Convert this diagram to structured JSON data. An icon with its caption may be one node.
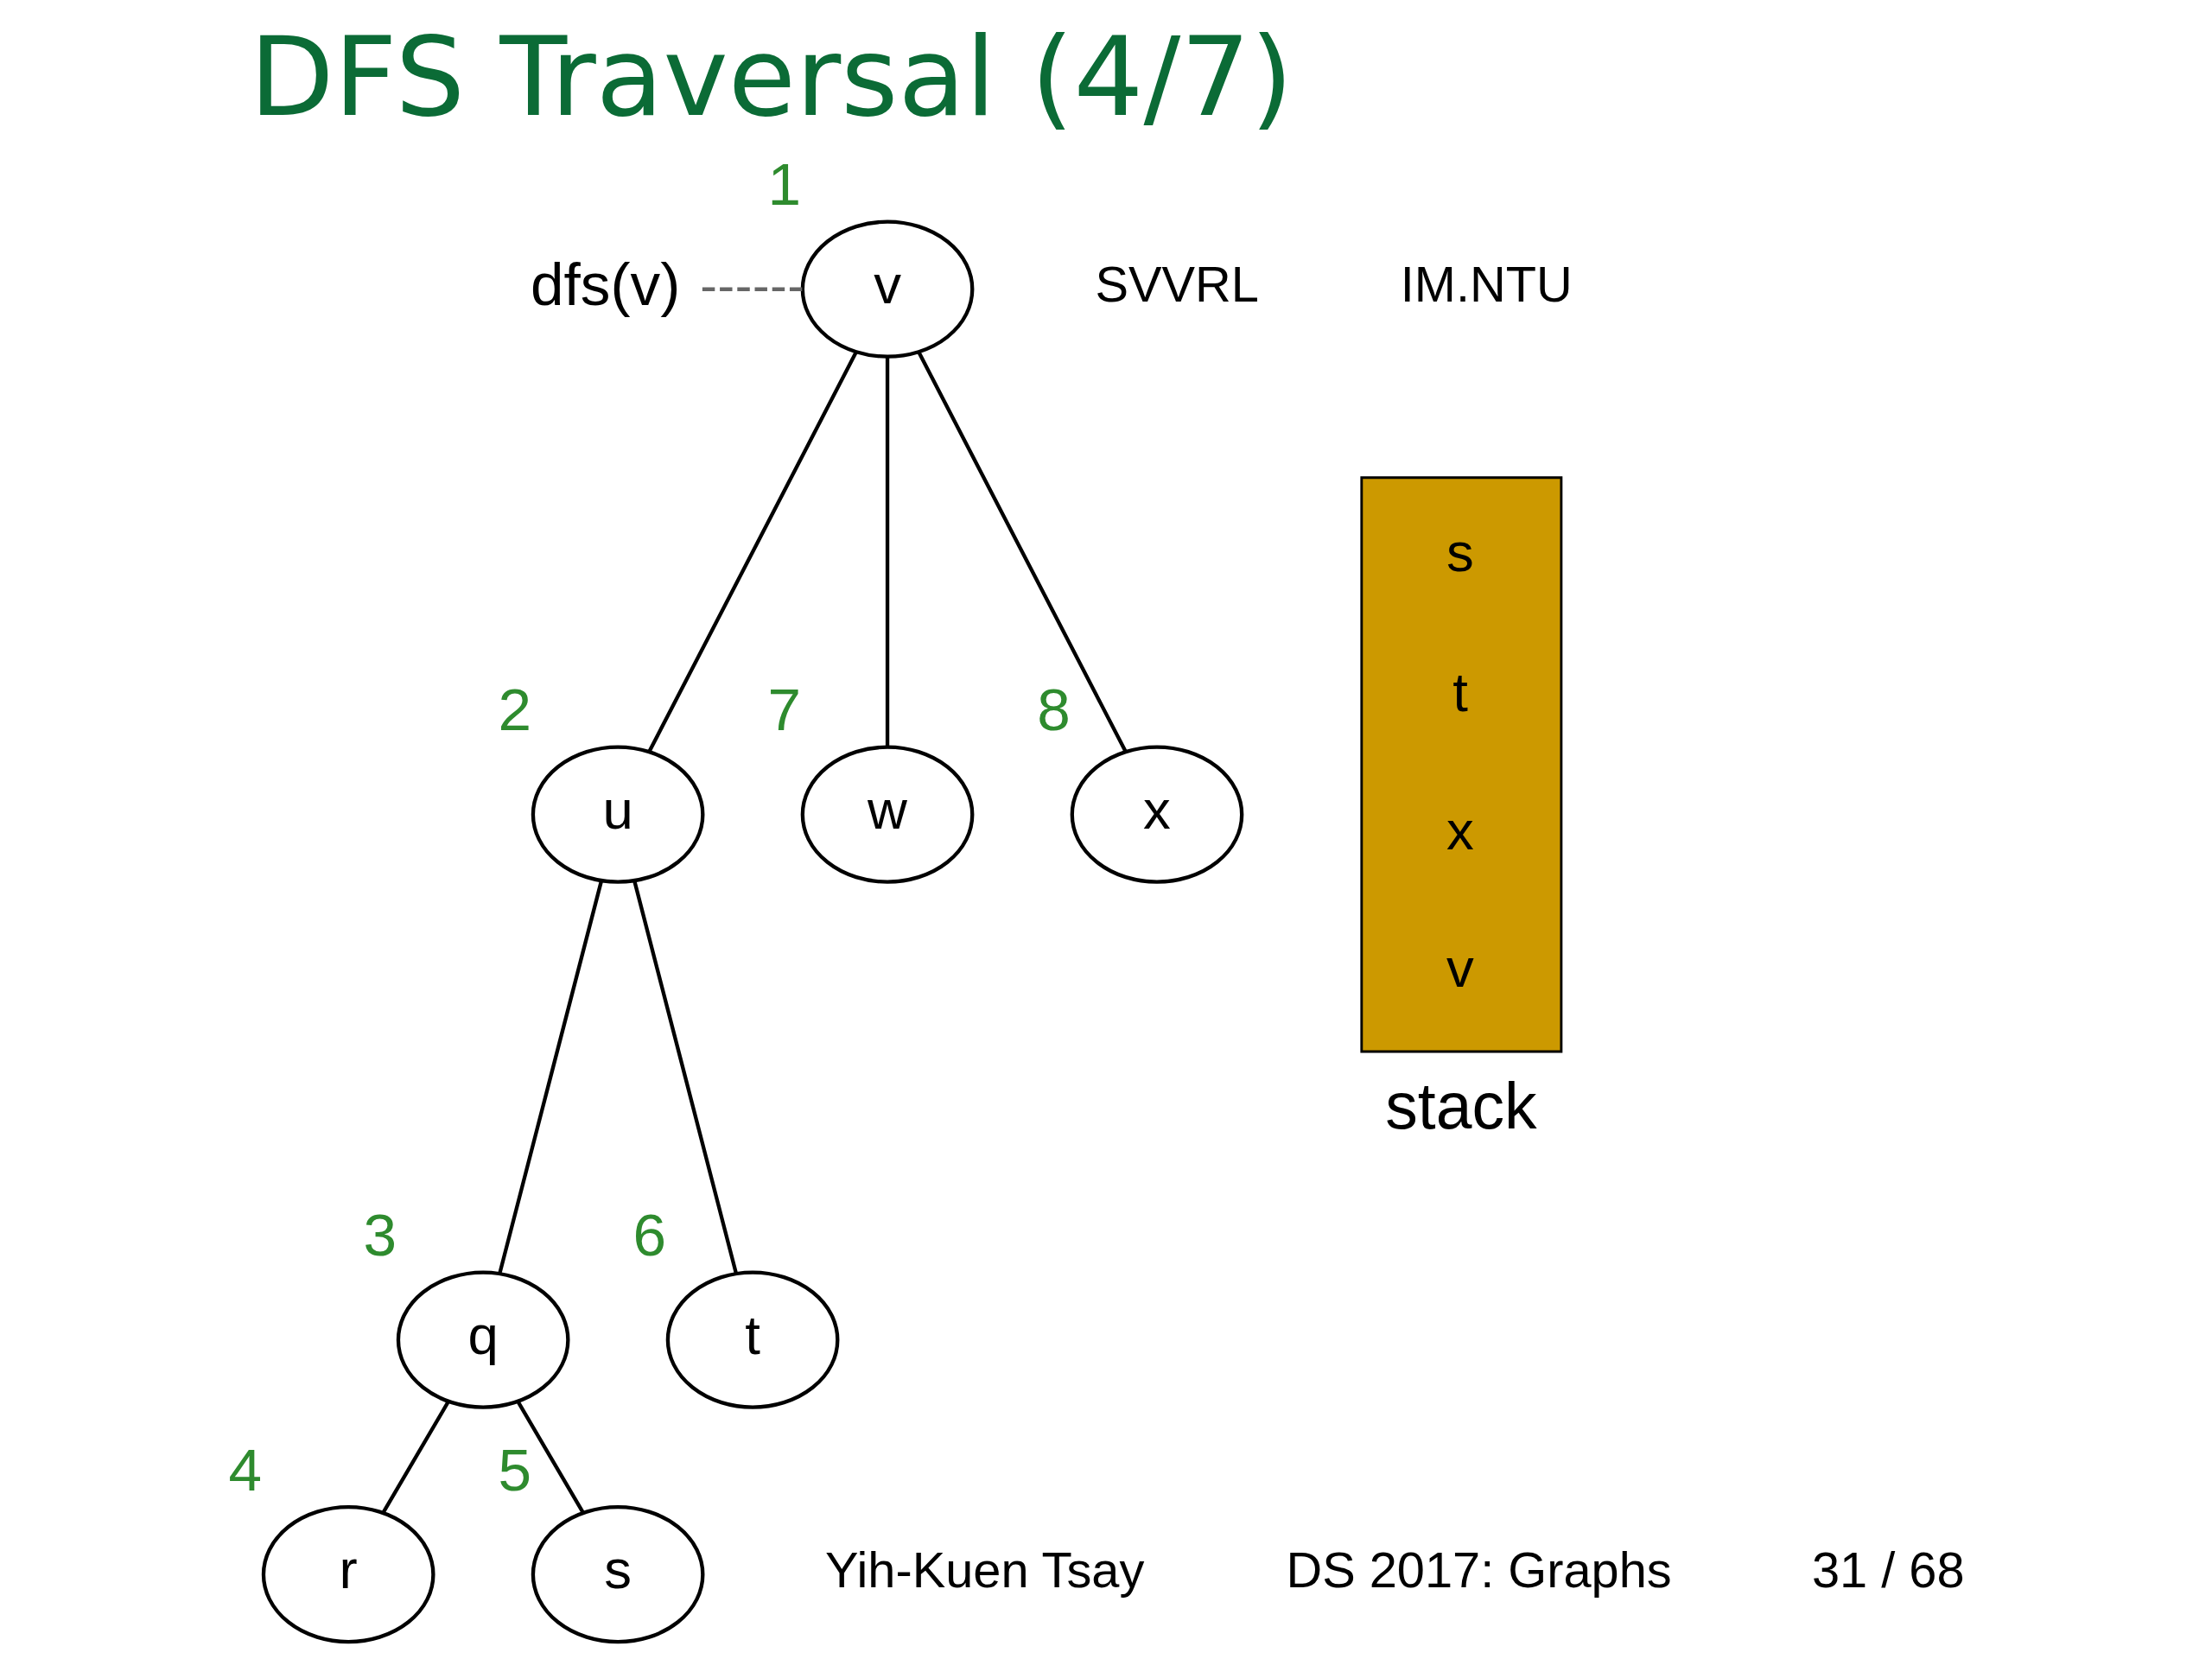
{
  "diagram": {
    "title": "DFS Traversal (4/7)",
    "nodes": [
      {
        "text": [
          "dfs(v)"
        ]
      },
      {
        "text": [
          "v"
        ],
        "beside": [
          "1"
        ]
      },
      {
        "text": [
          "u"
        ],
        "beside": [
          "2"
        ]
      },
      {
        "text": [
          "w"
        ],
        "beside": [
          "7"
        ]
      },
      {
        "text": [
          "x"
        ],
        "beside": [
          "8"
        ]
      },
      {
        "text": [
          "q"
        ],
        "beside": [
          "3"
        ]
      },
      {
        "text": [
          "t"
        ],
        "beside": [
          "6"
        ]
      },
      {
        "text": [
          "r"
        ],
        "beside": [
          "4"
        ]
      },
      {
        "text": [
          "s"
        ],
        "beside": [
          "5"
        ]
      },
      {
        "text": [
          "s",
          "t",
          "x",
          "v"
        ],
        "beside": [
          "stack"
        ]
      }
    ],
    "edges": [
      {
        "from": 0,
        "to": 1,
        "arrow": "none",
        "style": "dashed",
        "color": "#666666"
      },
      {
        "from": 1,
        "to": 2,
        "arrow": "none"
      },
      {
        "from": 1,
        "to": 3,
        "arrow": "none"
      },
      {
        "from": 1,
        "to": 4,
        "arrow": "none"
      },
      {
        "from": 2,
        "to": 5,
        "arrow": "none"
      },
      {
        "from": 2,
        "to": 6,
        "arrow": "none"
      },
      {
        "from": 5,
        "to": 7,
        "arrow": "none"
      },
      {
        "from": 5,
        "to": 8,
        "arrow": "none"
      }
    ],
    "labels": [
      "SVVRL",
      "IM.NTU",
      "Yih-Kuen Tsay",
      "DS 2017: Graphs",
      "31 / 68"
    ]
  }
}
